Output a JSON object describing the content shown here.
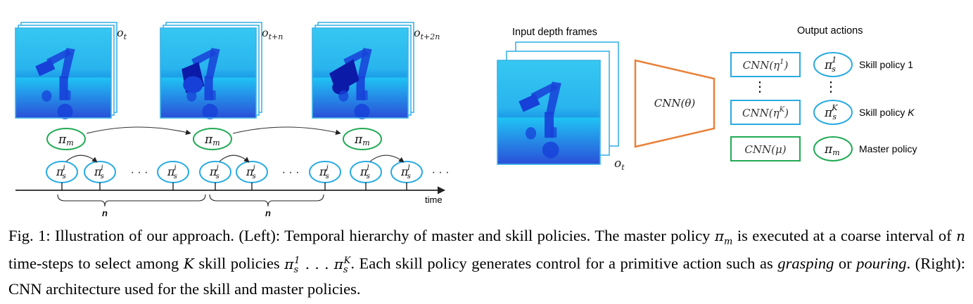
{
  "left": {
    "frame_labels": [
      "o_t",
      "o_{t+n}",
      "o_{t+2n}"
    ],
    "frame_label_parts": [
      {
        "base": "o",
        "sub": "t"
      },
      {
        "base": "o",
        "sub": "t+n"
      },
      {
        "base": "o",
        "sub": "t+2n"
      }
    ],
    "master_label": {
      "base": "π",
      "sub": "m"
    },
    "skill_groups": [
      {
        "sup": "i",
        "count": 3
      },
      {
        "sup": "j",
        "count": 3
      },
      {
        "sup": "l",
        "count": 2
      }
    ],
    "skill_base": "π",
    "skill_sub": "s",
    "ellipsis": "· · ·",
    "brace_labels": [
      "n",
      "n"
    ],
    "time_label": "time"
  },
  "right": {
    "input_title": "Input depth frames",
    "output_title": "Output actions",
    "frame_label": {
      "base": "o",
      "sub": "t"
    },
    "cnn_label": "CNN(θ)",
    "rows": [
      {
        "box": "CNN(η",
        "box_sup": "1",
        "pi_base": "π",
        "pi_sup": "1",
        "pi_sub": "s",
        "text": "Skill policy 1",
        "kind": "skill"
      },
      {
        "box": "CNN(η",
        "box_sup": "K",
        "pi_base": "π",
        "pi_sup": "K",
        "pi_sub": "s",
        "text": "Skill policy ",
        "text_italic": "K",
        "kind": "skill"
      },
      {
        "box": "CNN(μ)",
        "box_sup": "",
        "pi_base": "π",
        "pi_sup": "",
        "pi_sub": "m",
        "text": "Master policy",
        "kind": "master"
      }
    ],
    "vdots": "⋮"
  },
  "caption": {
    "p1": "Fig. 1: Illustration of our approach. (Left): Temporal hierarchy of master and skill policies. The master policy ",
    "m1": "π",
    "m1_sub": "m",
    "p2": " is executed at a coarse interval of ",
    "m2": "n",
    "p3": " time-steps to select among ",
    "m3": "K",
    "p4": " skill policies ",
    "m4a": "π",
    "m4a_sub": "s",
    "m4a_sup": "1",
    "m4dots": " . . . ",
    "m4b": "π",
    "m4b_sub": "s",
    "m4b_sup": "K",
    "p5": ". Each skill policy generates control for a primitive action such as ",
    "e1": "grasping",
    "p6": " or ",
    "e2": "pouring",
    "p7": ". (Right): CNN architecture used for the skill and master policies."
  },
  "colors": {
    "skill": "#29abe2",
    "master": "#22aa55",
    "cnn_trap": "#e8823a",
    "frame_border": "#3bb3e6",
    "frame_top": "#2fc0f0",
    "frame_bottom": "#1f5be0",
    "robot": "#1740d8",
    "robot_dark": "#0c1aa8"
  }
}
